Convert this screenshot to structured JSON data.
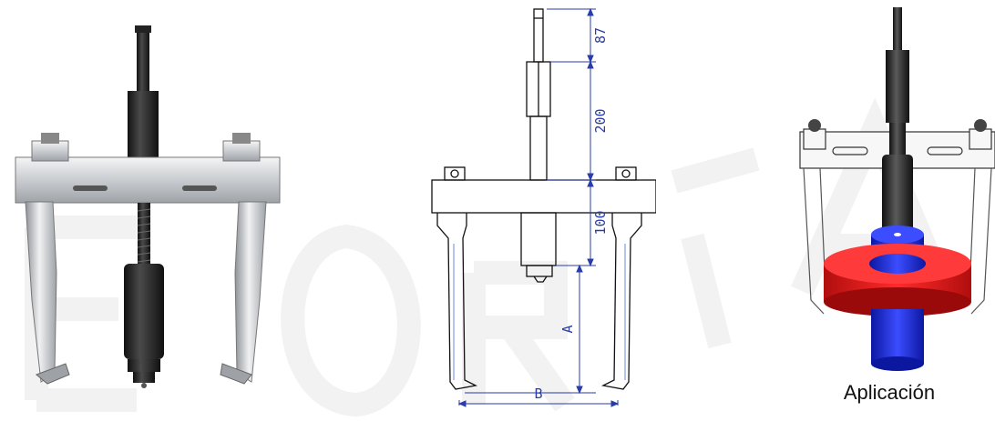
{
  "dimensions": {
    "top_rod": "87",
    "spindle": "200",
    "lower": "100",
    "reach": "A",
    "spread": "B"
  },
  "application": {
    "caption": "Aplicación"
  },
  "colors": {
    "steel_light": "#d9dcdf",
    "steel_dark": "#2b2b2b",
    "dimension_blue": "#2a3ca8",
    "part_red": "#e01a1a",
    "part_blue": "#1f2fd8",
    "watermark": "#f1f1f1"
  }
}
